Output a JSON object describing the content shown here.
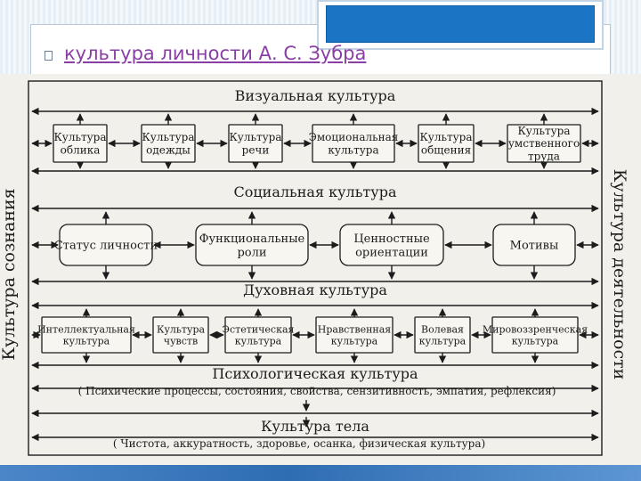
{
  "slide": {
    "heading": "культура личности А. С. Зубра"
  },
  "diagram": {
    "side_left": "Культура сознания",
    "side_right": "Культура деятельности",
    "bands": {
      "visual": "Визуальная культура",
      "social": "Социальная культура",
      "spiritual": "Духовная культура",
      "psych": "Психологическая культура",
      "psych_sub": "( Психические процессы, состояния, свойства, сензитивность, эмпатия, рефлексия)",
      "body": "Культура тела",
      "body_sub": "( Чистота, аккуратность, здоровье, осанка, физическая культура)"
    },
    "visual_boxes": [
      [
        "Культура",
        "облика"
      ],
      [
        "Культура",
        "одежды"
      ],
      [
        "Культура",
        "речи"
      ],
      [
        "Эмоциональная",
        "культура"
      ],
      [
        "Культура",
        "общения"
      ],
      [
        "Культура",
        "умственного",
        "труда"
      ]
    ],
    "social_boxes": [
      [
        "Статус личности"
      ],
      [
        "Функциональные",
        "роли"
      ],
      [
        "Ценностные",
        "ориентации"
      ],
      [
        "Мотивы"
      ]
    ],
    "spiritual_boxes": [
      [
        "Интеллектуальная",
        "культура"
      ],
      [
        "Культура",
        "чувств"
      ],
      [
        "Эстетическая",
        "культура"
      ],
      [
        "Нравственная",
        "культура"
      ],
      [
        "Волевая",
        "культура"
      ],
      [
        "Мировоззренческая",
        "культура"
      ]
    ]
  },
  "colors": {
    "title_block": "#1c74c4",
    "link": "#8a3fa5",
    "bottom_band": "#2f6db3",
    "figure_bg": "#f2f0ea"
  }
}
